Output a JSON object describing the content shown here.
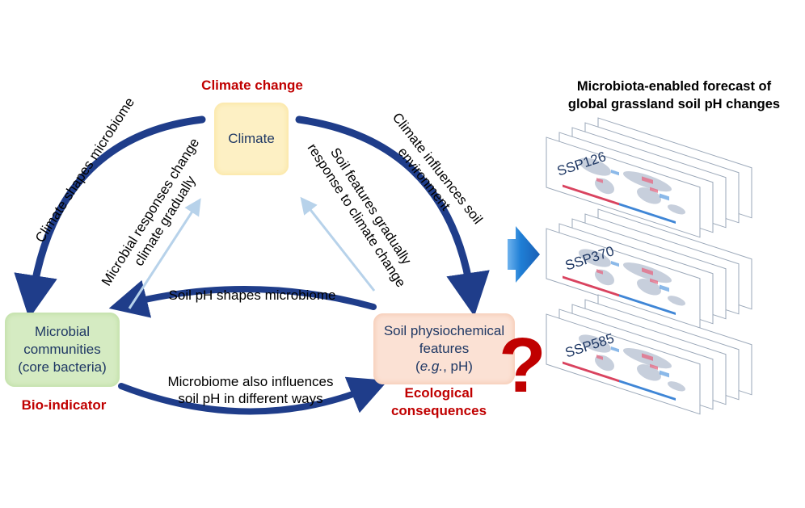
{
  "nodes": {
    "climate": "Climate",
    "microbial": [
      "Microbial",
      "communities",
      "(core bacteria)"
    ],
    "soil": [
      "Soil physiochemical",
      "features"
    ],
    "soil_eg_italic": "e.g.",
    "soil_eg_rest": ", pH)",
    "soil_eg_open": "("
  },
  "labels": {
    "climate_change": "Climate change",
    "bio_indicator": "Bio-indicator",
    "ecological": [
      "Ecological",
      "consequences"
    ],
    "question_mark": "?"
  },
  "arrows": {
    "climate_shapes_microbiome": "Climate shapes microbiome",
    "microbial_responses": [
      "Microbial responses change",
      "climate gradually"
    ],
    "soil_features_response": [
      "Soil features gradually",
      "response to climate change"
    ],
    "climate_influences_soil": [
      "Climate influences soil",
      "environment"
    ],
    "soil_ph_shapes": "Soil pH shapes microbiome",
    "microbiome_influences": [
      "Microbiome also influences",
      "soil pH in different ways"
    ]
  },
  "forecast": {
    "title": [
      "Microbiota-enabled forecast of",
      "global grassland soil pH changes"
    ],
    "scenarios": [
      "SSP126",
      "SSP370",
      "SSP585"
    ]
  },
  "colors": {
    "arrow_dark": "#1f3d8a",
    "arrow_light": "#b7d2ea",
    "accent_red": "#c00000",
    "big_arrow": "#1f7fd6"
  }
}
